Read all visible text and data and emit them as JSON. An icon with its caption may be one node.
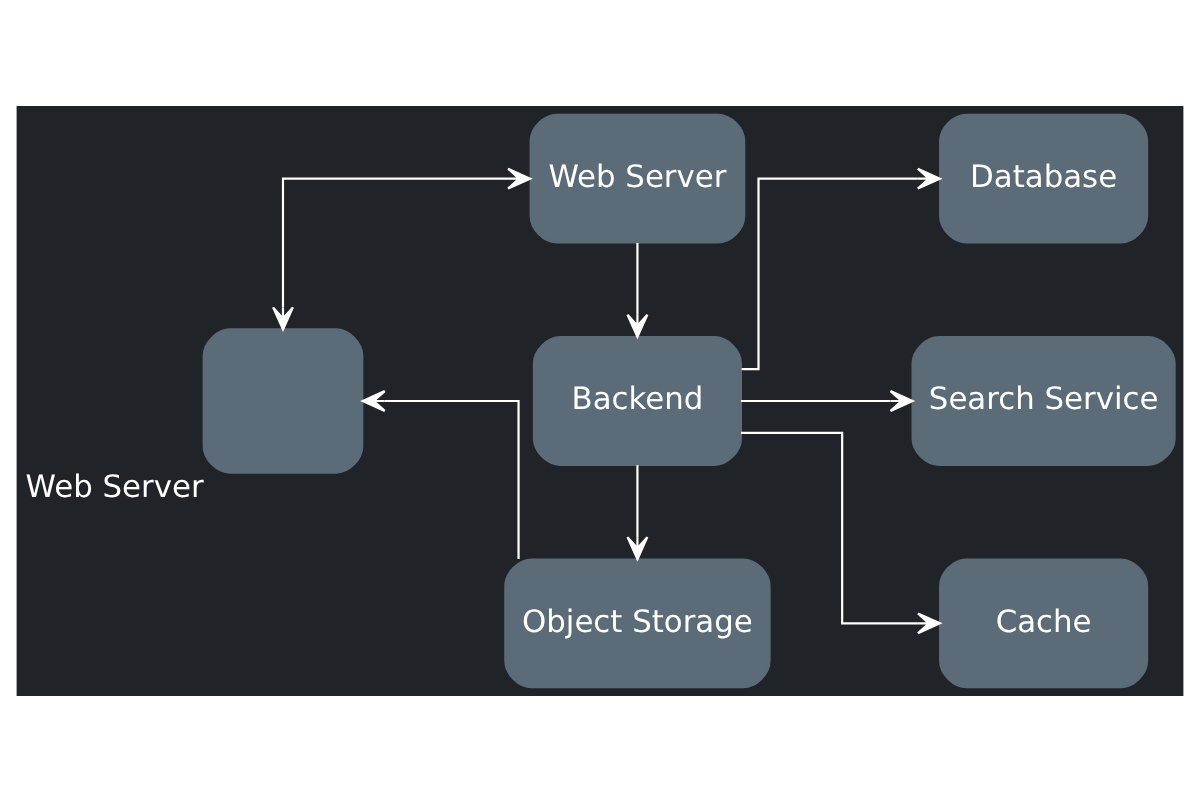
{
  "diagram": {
    "nodes": [
      {
        "text": [],
        "shape": "box",
        "beside": [
          "Web Server"
        ]
      },
      {
        "text": [
          "Web Server"
        ]
      },
      {
        "text": [
          "Backend"
        ]
      },
      {
        "text": [
          "Object Storage"
        ]
      },
      {
        "text": [
          "Database"
        ]
      },
      {
        "text": [
          "Search Service"
        ]
      },
      {
        "text": [
          "Cache"
        ]
      }
    ],
    "edges": [
      {
        "from": 0,
        "to": 1,
        "arrow": "both"
      },
      {
        "from": 3,
        "to": 0,
        "arrow": "to"
      },
      {
        "from": 1,
        "to": 2,
        "arrow": "to"
      },
      {
        "from": 2,
        "to": 3,
        "arrow": "to"
      },
      {
        "from": 2,
        "to": 4,
        "arrow": "to"
      },
      {
        "from": 2,
        "to": 5,
        "arrow": "to"
      },
      {
        "from": 2,
        "to": 6,
        "arrow": "to"
      }
    ]
  }
}
